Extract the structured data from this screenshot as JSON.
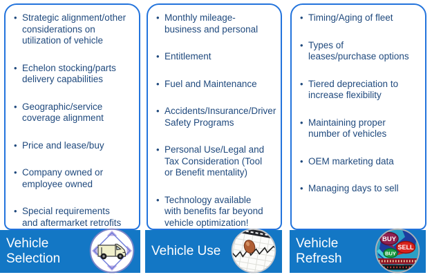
{
  "slide": {
    "background": "#FFFFFF"
  },
  "colors": {
    "card_border": "#2273DC",
    "banner_background": "#1377C5",
    "bullet_text": "#1F497D",
    "banner_text": "#FFFFFF"
  },
  "columns": [
    {
      "title": "Vehicle Selection",
      "icon": "van-icon",
      "bullets": [
        "Strategic alignment/other considerations on utilization of vehicle",
        "Echelon stocking/parts delivery capabilities",
        "Geographic/service coverage alignment",
        "Price and lease/buy",
        "Company owned or employee owned",
        "Special requirements and aftermarket retrofits"
      ]
    },
    {
      "title": "Vehicle Use",
      "icon": "chart-pushpin-icon",
      "bullets": [
        "Monthly mileage-business and personal",
        "Entitlement",
        "Fuel and Maintenance",
        "Accidents/Insurance/Driver Safety Programs",
        "Personal Use/Legal and Tax Consideration (Tool or Benefit mentality)",
        "Technology available with benefits far beyond vehicle optimization!"
      ]
    },
    {
      "title": "Vehicle Refresh",
      "icon": "buy-sell-arrows-icon",
      "bullets": [
        "Timing/Aging of fleet",
        "Types of leases/purchase options",
        "Tiered depreciation to increase flexibility",
        "Maintaining proper number of vehicles",
        "OEM marketing data",
        "Managing days to sell"
      ]
    }
  ],
  "refresh_icon_labels": {
    "buy": "BUY",
    "sell": "SELL"
  }
}
